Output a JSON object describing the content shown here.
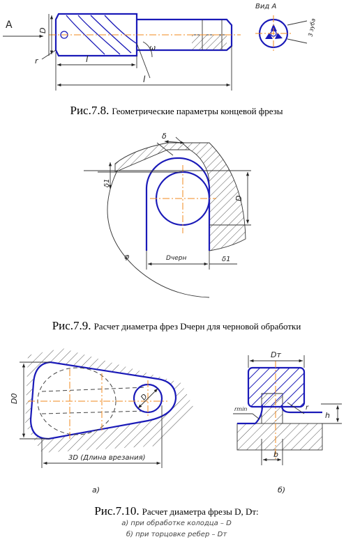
{
  "fig1": {
    "caption_lead": "Рис.7.8.",
    "caption_rest": "Геометрические параметры концевой фрезы",
    "labels": {
      "view_arrow": "A",
      "view_title": "Вид А",
      "D": "D",
      "r": "r",
      "l1": "l",
      "l2": "l",
      "angle": "ω",
      "angle_z": "3 зуба"
    }
  },
  "fig2": {
    "caption_lead": "Рис.7.9.",
    "caption_rest": "Расчет диаметра фрез Dчерн для черновой обработки",
    "labels": {
      "delta": "δ",
      "delta1_left": "δ1",
      "D": "D",
      "D_rough": "Dчерн",
      "delta1_bottom": "δ1",
      "phi": "φ"
    }
  },
  "fig3": {
    "caption_lead": "Рис.7.10.",
    "caption_rest": "Расчет диаметра фрезы D, Dт:",
    "line_a": "а) при обработке колодца – D",
    "line_b": "б) при торцовке ребер – Dт",
    "labels": {
      "D0": "D0",
      "D": "D",
      "length": "3D (Длина врезания)",
      "sub_a": "а)",
      "sub_b": "б)",
      "Dt": "Dт",
      "r_min": "rmin",
      "h": "h",
      "r": "r",
      "b": "b"
    }
  }
}
